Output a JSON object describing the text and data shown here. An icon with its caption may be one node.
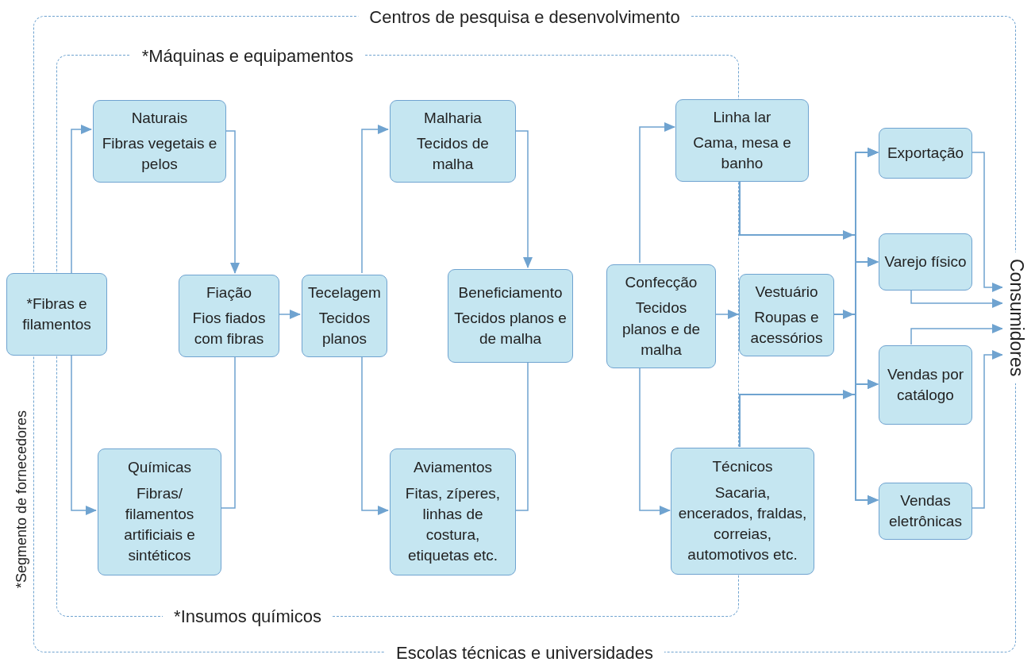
{
  "diagram": {
    "nodes": [
      {
        "text": [
          "Centros de pesquisa e desenvolvimento",
          "*Segmento de fornecedores",
          "Escolas técnicas e universidades"
        ]
      },
      {
        "text": [
          "*Máquinas e equipamentos",
          "*Insumos químicos"
        ],
        "in": 0
      },
      {
        "text": [
          "Naturais",
          "Fibras vegetais e pelos"
        ],
        "in": 1
      },
      {
        "text": [
          "*Fibras e filamentos"
        ]
      },
      {
        "text": [
          "Fiação",
          "Fios fiados com fibras"
        ],
        "in": 1
      },
      {
        "text": [
          "Químicas",
          "Fibras/ filamentos artificiais e sintéticos"
        ],
        "in": 1
      },
      {
        "text": [
          "Tecelagem",
          "Tecidos planos"
        ],
        "in": 1
      },
      {
        "text": [
          "Malharia",
          "Tecidos de malha"
        ],
        "in": 1
      },
      {
        "text": [
          "Beneficiamento",
          "Tecidos planos e de malha"
        ],
        "in": 1
      },
      {
        "text": [
          "Aviamentos",
          "Fitas, zíperes, linhas de costura, etiquetas etc."
        ],
        "in": 1
      },
      {
        "text": [
          "Linha lar",
          "Cama, mesa e banho"
        ],
        "in": 0
      },
      {
        "text": [
          "Confecção",
          "Tecidos planos e de malha"
        ],
        "in": 1
      },
      {
        "text": [
          "Vestuário",
          "Roupas e acessórios"
        ],
        "in": 0
      },
      {
        "text": [
          "Técnicos",
          "Sacaria, encerados, fraldas, correias, automotivos etc."
        ],
        "in": 0
      },
      {
        "text": [
          "Exportação"
        ],
        "in": 0
      },
      {
        "text": [
          "Varejo físico"
        ],
        "in": 0
      },
      {
        "text": [
          "Vendas por catálogo"
        ],
        "in": 0
      },
      {
        "text": [
          "Vendas eletrônicas"
        ],
        "in": 0
      },
      {
        "text": [
          "Consumidores"
        ]
      }
    ],
    "edges": [
      {
        "from": 3,
        "to": 2,
        "arrow": "to"
      },
      {
        "from": 3,
        "to": 5,
        "arrow": "to"
      },
      {
        "from": 2,
        "to": 4,
        "arrow": "to"
      },
      {
        "from": 5,
        "to": 4,
        "arrow": "none"
      },
      {
        "from": 4,
        "to": 6,
        "arrow": "to"
      },
      {
        "from": 6,
        "to": 7,
        "arrow": "to"
      },
      {
        "from": 6,
        "to": 9,
        "arrow": "to"
      },
      {
        "from": 7,
        "to": 8,
        "arrow": "to"
      },
      {
        "from": 9,
        "to": 8,
        "arrow": "none"
      },
      {
        "from": 11,
        "to": 10,
        "arrow": "to"
      },
      {
        "from": 11,
        "to": 12,
        "arrow": "to"
      },
      {
        "from": 11,
        "to": 13,
        "arrow": "to"
      },
      {
        "from": 10,
        "to": 14,
        "arrow": "to"
      },
      {
        "from": 10,
        "to": 15,
        "arrow": "to"
      },
      {
        "from": 10,
        "to": 16,
        "arrow": "to"
      },
      {
        "from": 10,
        "to": 17,
        "arrow": "to"
      },
      {
        "from": 12,
        "to": 14,
        "arrow": "to"
      },
      {
        "from": 12,
        "to": 15,
        "arrow": "to"
      },
      {
        "from": 12,
        "to": 16,
        "arrow": "to"
      },
      {
        "from": 12,
        "to": 17,
        "arrow": "to"
      },
      {
        "from": 13,
        "to": 14,
        "arrow": "to"
      },
      {
        "from": 13,
        "to": 15,
        "arrow": "to"
      },
      {
        "from": 13,
        "to": 16,
        "arrow": "to"
      },
      {
        "from": 13,
        "to": 17,
        "arrow": "to"
      },
      {
        "from": 14,
        "to": 18,
        "arrow": "to"
      },
      {
        "from": 15,
        "to": 18,
        "arrow": "to"
      },
      {
        "from": 16,
        "to": 18,
        "arrow": "to"
      },
      {
        "from": 17,
        "to": 18,
        "arrow": "to"
      }
    ]
  }
}
